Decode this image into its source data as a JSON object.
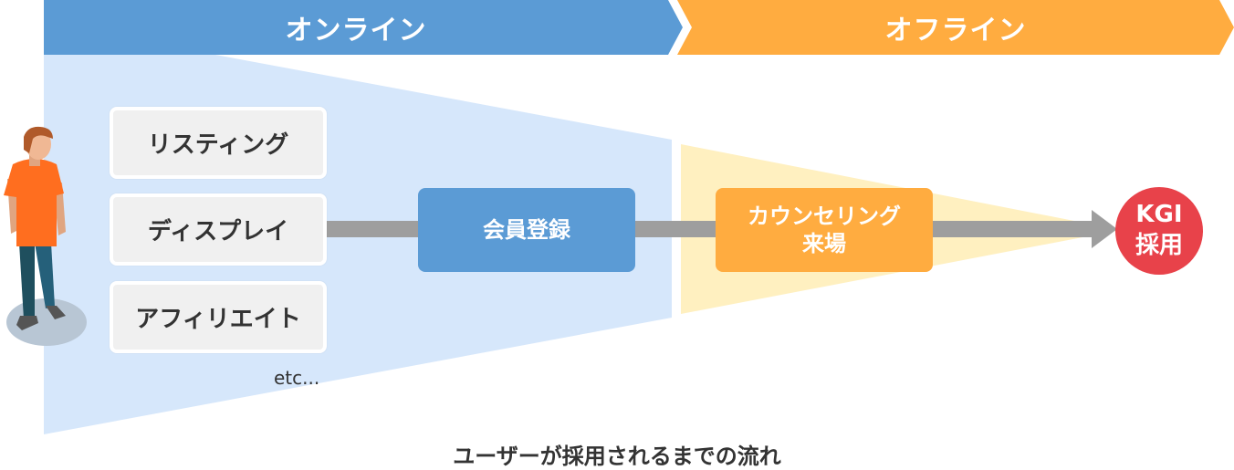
{
  "phases": {
    "online": "オンライン",
    "offline": "オフライン"
  },
  "channels": [
    "リスティング",
    "ディスプレイ",
    "アフィリエイト"
  ],
  "channels_more": "etc...",
  "steps": {
    "member_registration": "会員登録",
    "counseling_line1": "カウンセリング",
    "counseling_line2": "来場"
  },
  "goal": {
    "line1": "KGI",
    "line2": "採用"
  },
  "caption": "ユーザーが採用されるまでの流れ",
  "colors": {
    "online_band": "#5b9bd5",
    "offline_band": "#ffac40",
    "online_funnel": "#d6e7fb",
    "offline_funnel": "#fff0c0",
    "step_online": "#5b9bd5",
    "step_offline": "#ffac40",
    "goal": "#e8424a",
    "arrow": "#9e9e9e"
  }
}
